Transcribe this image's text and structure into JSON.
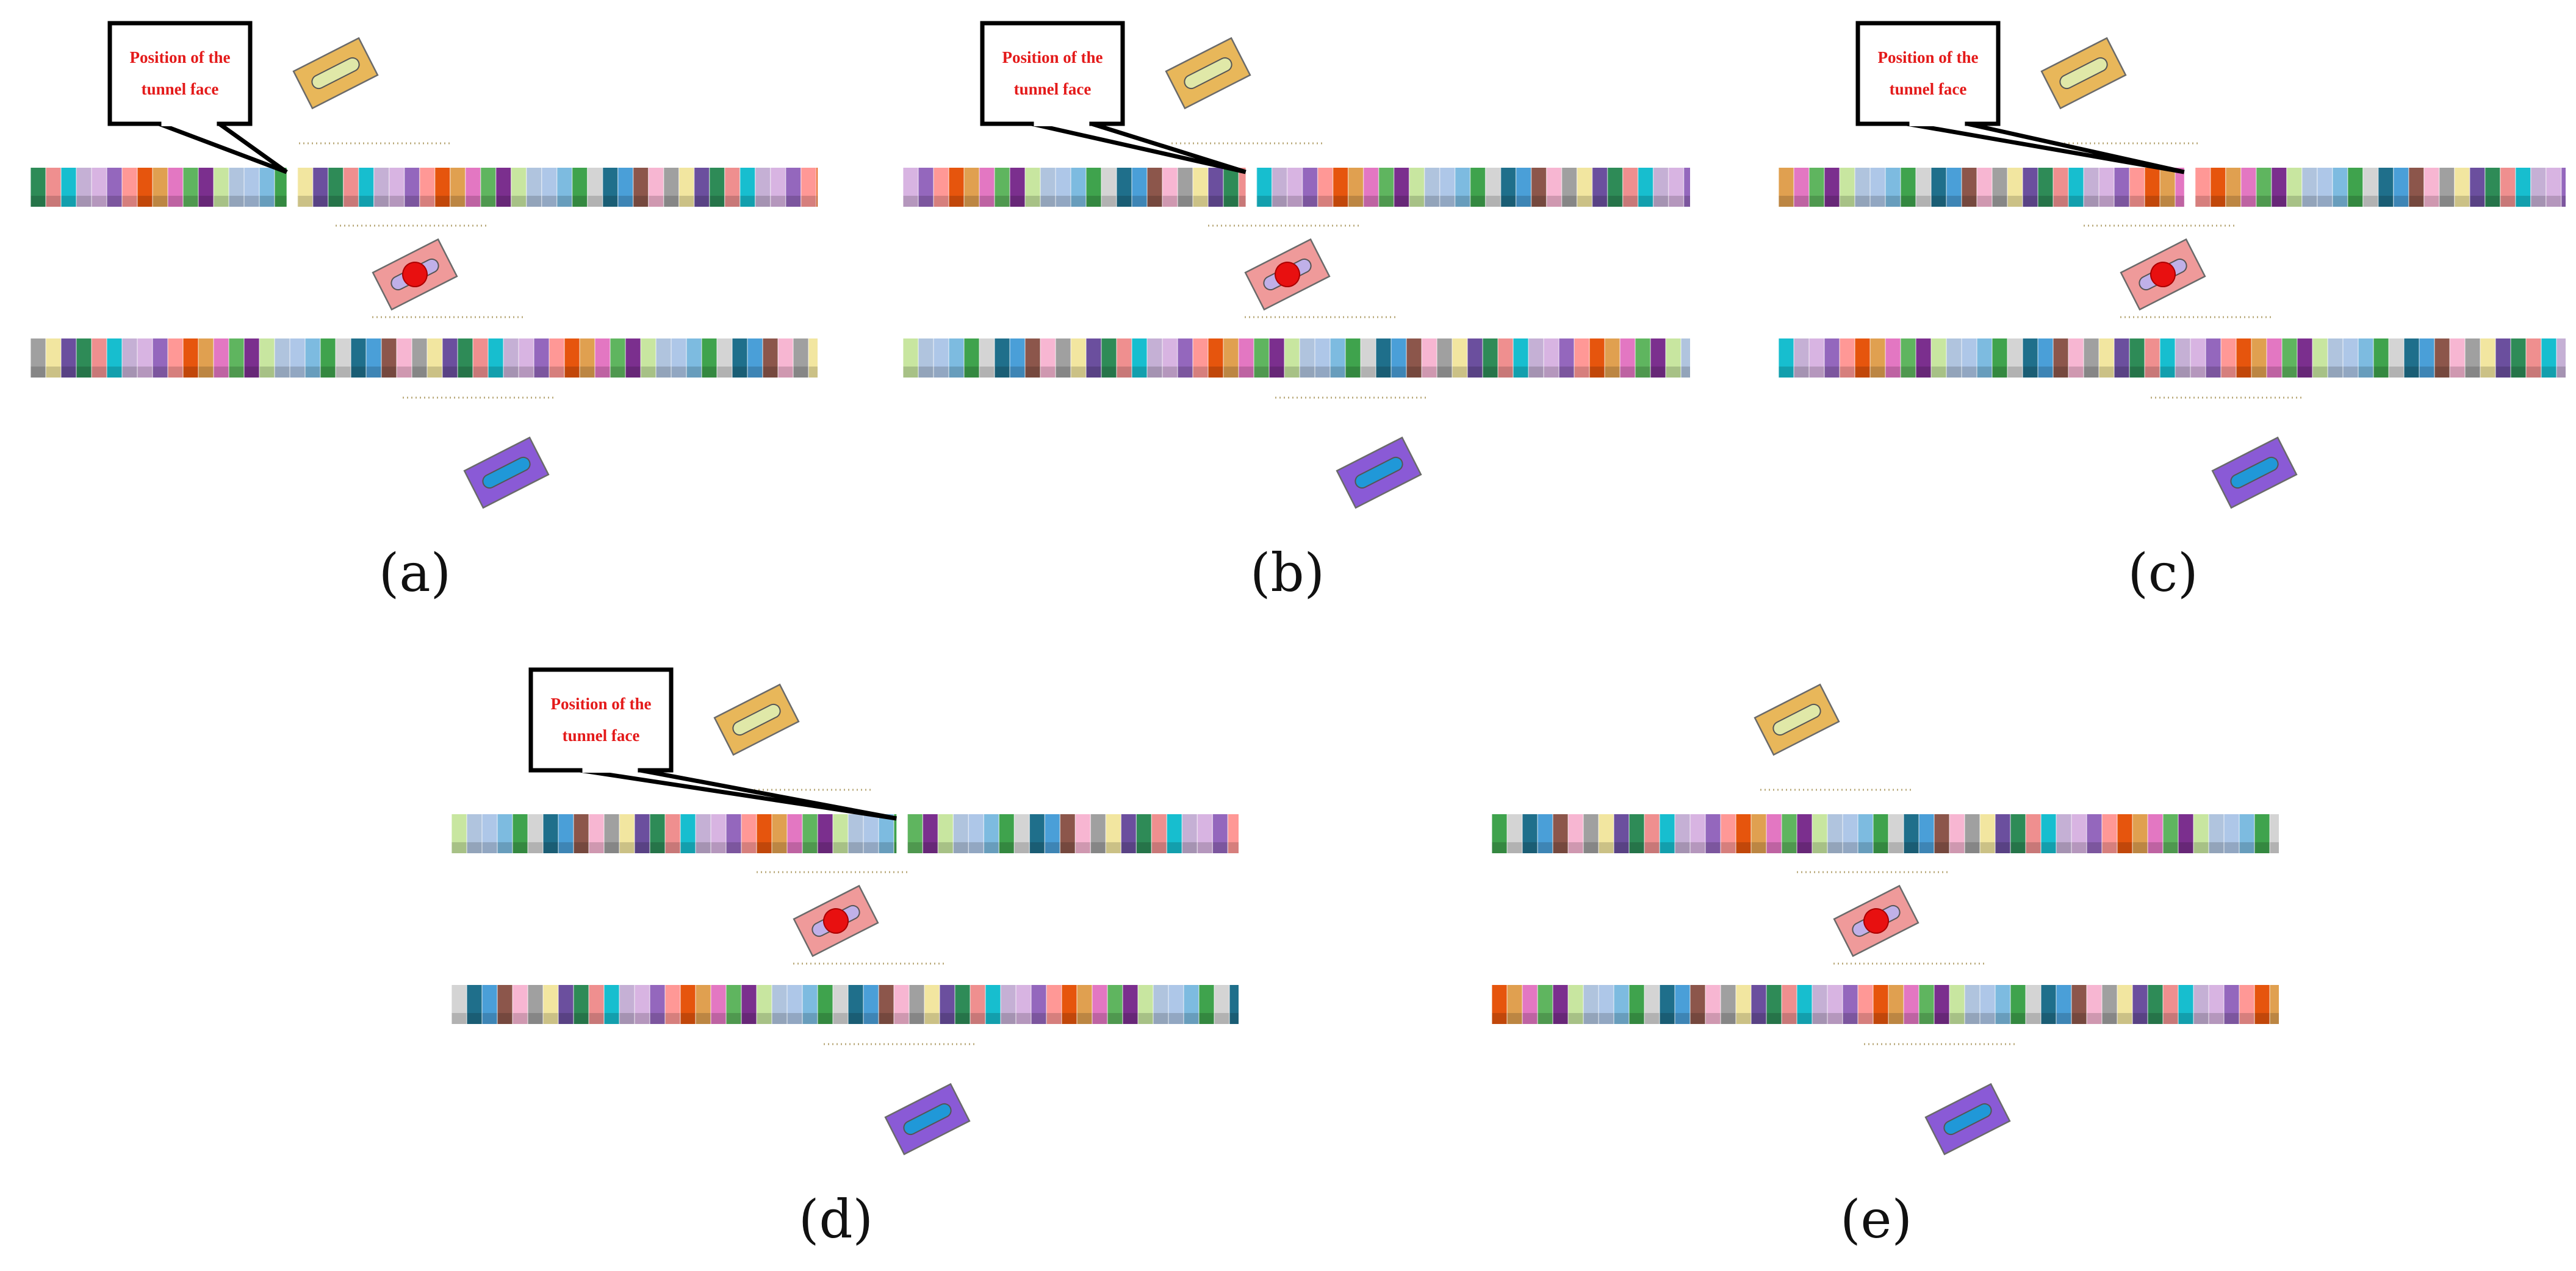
{
  "callout": {
    "line1": "Position of the",
    "line2": "tunnel face"
  },
  "panels": [
    {
      "id": "a",
      "caption": "(a)",
      "has_callout": true,
      "excavated_fraction": 0.33
    },
    {
      "id": "b",
      "caption": "(b)",
      "has_callout": true,
      "excavated_fraction": 0.44
    },
    {
      "id": "c",
      "caption": "(c)",
      "has_callout": true,
      "excavated_fraction": 0.52
    },
    {
      "id": "d",
      "caption": "(d)",
      "has_callout": true,
      "excavated_fraction": 0.57
    },
    {
      "id": "e",
      "caption": "(e)",
      "has_callout": false,
      "excavated_fraction": 1.0
    }
  ],
  "colors": {
    "palette": [
      "#2e8b57",
      "#1f6f8b",
      "#7b2f8e",
      "#d8b4e2",
      "#a0a0a0",
      "#7dbbe0",
      "#e0a050",
      "#ef8f8f",
      "#4a9fd8",
      "#c8e6a0",
      "#9467bd",
      "#f2e6a0",
      "#3fa34d",
      "#e377c2",
      "#17becf",
      "#8c564b",
      "#b0c4de",
      "#ff9896",
      "#6b4f9e",
      "#d4d4d4",
      "#5fb55f",
      "#c5b0d5",
      "#f7b6d2",
      "#aec7e8",
      "#e6550d"
    ],
    "building_top": "#e8b75a",
    "building_mid": "#ef9a9a",
    "building_bottom": "#8a5ad6",
    "callout_text": "#e41a1a"
  }
}
